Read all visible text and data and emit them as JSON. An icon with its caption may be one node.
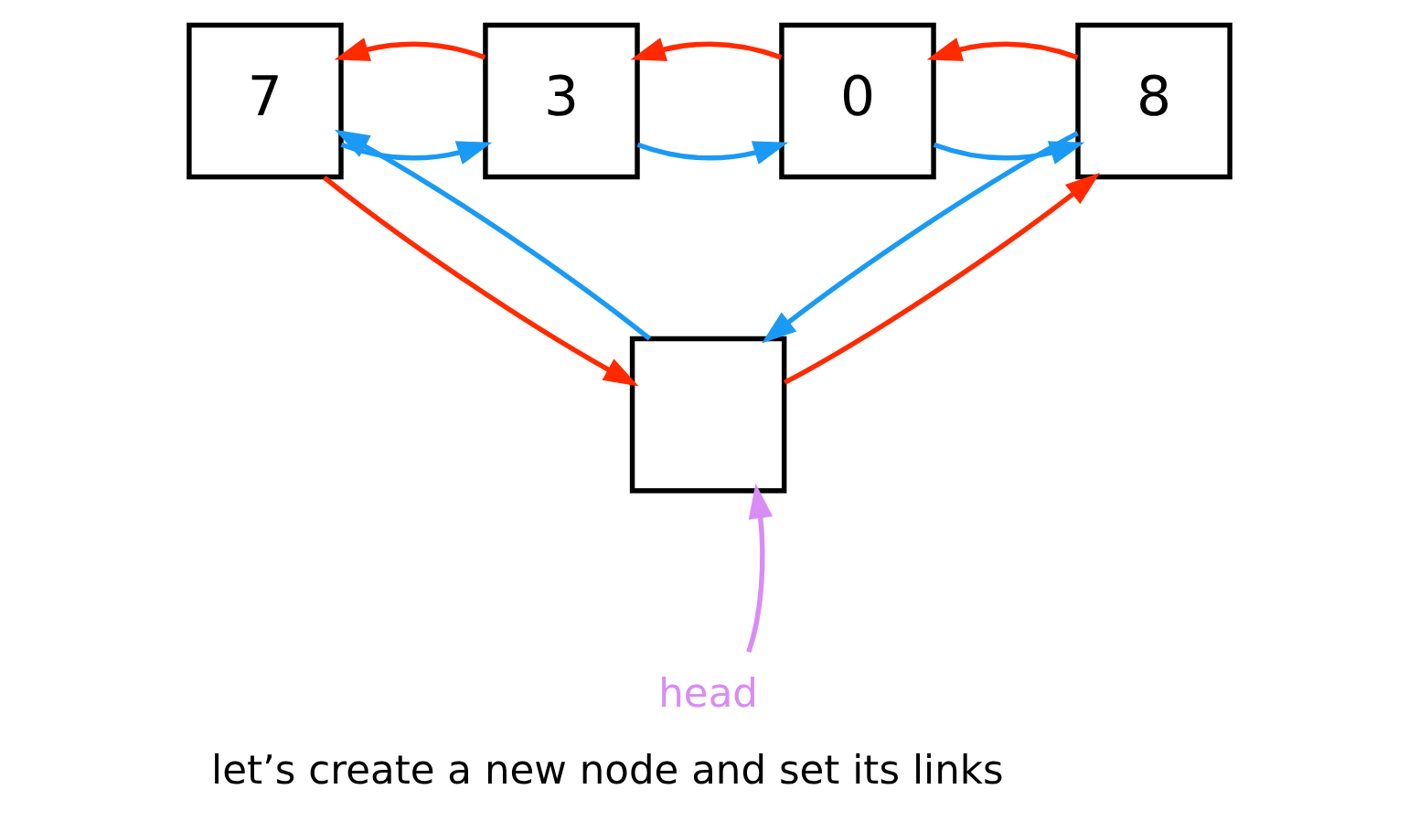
{
  "diagram": {
    "caption": "let’s create a new node and set its links",
    "nodes": [
      {
        "text": [
          "7"
        ]
      },
      {
        "text": [
          "3"
        ]
      },
      {
        "text": [
          "0"
        ]
      },
      {
        "text": [
          "8"
        ]
      },
      {
        "text": [],
        "shape": "box"
      },
      {
        "text": [
          "head"
        ]
      }
    ],
    "edges": [
      {
        "from": 0,
        "to": 1,
        "arrow": "to",
        "color": "#1a9af5"
      },
      {
        "from": 1,
        "to": 0,
        "arrow": "to",
        "color": "#ff2a00"
      },
      {
        "from": 1,
        "to": 2,
        "arrow": "to",
        "color": "#1a9af5"
      },
      {
        "from": 2,
        "to": 1,
        "arrow": "to",
        "color": "#ff2a00"
      },
      {
        "from": 2,
        "to": 3,
        "arrow": "to",
        "color": "#1a9af5"
      },
      {
        "from": 3,
        "to": 2,
        "arrow": "to",
        "color": "#ff2a00"
      },
      {
        "from": 3,
        "to": 4,
        "arrow": "to",
        "color": "#1a9af5"
      },
      {
        "from": 4,
        "to": 0,
        "arrow": "to",
        "color": "#1a9af5"
      },
      {
        "from": 0,
        "to": 4,
        "arrow": "to",
        "color": "#ff2a00"
      },
      {
        "from": 4,
        "to": 3,
        "arrow": "to",
        "color": "#ff2a00"
      },
      {
        "from": 5,
        "to": 4,
        "arrow": "to",
        "color": "#d98cf5"
      }
    ]
  }
}
